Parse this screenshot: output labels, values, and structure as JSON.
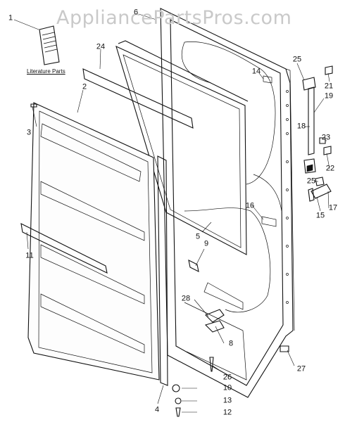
{
  "watermark": "AppliancePartsPros.com",
  "literature_label": "Literature Parts",
  "callouts": {
    "p1": "1",
    "p2": "2",
    "p3": "3",
    "p4": "4",
    "p5": "5",
    "p6": "6",
    "p8": "8",
    "p9": "9",
    "p10": "10",
    "p11": "11",
    "p12": "12",
    "p13": "13",
    "p14": "14",
    "p15": "15",
    "p16": "16",
    "p17": "17",
    "p18": "18",
    "p19": "19",
    "p21": "21",
    "p22": "22",
    "p23": "23",
    "p24": "24",
    "p25a": "25",
    "p25b": "25",
    "p26": "26",
    "p27": "27",
    "p28": "28"
  }
}
